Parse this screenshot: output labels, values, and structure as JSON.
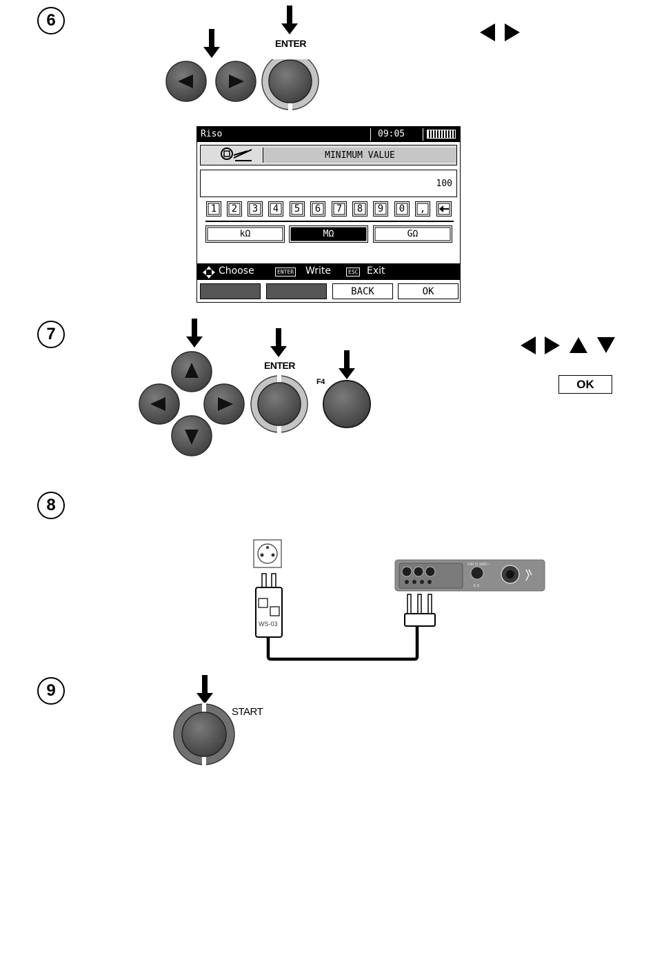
{
  "steps": {
    "s6": "6",
    "s7": "7",
    "s8": "8",
    "s9": "9"
  },
  "buttons": {
    "enter_label": "ENTER",
    "f4_label": "F4",
    "start_label": "START"
  },
  "lcd": {
    "mode": "Riso",
    "time": "09:05",
    "title": "MINIMUM VALUE",
    "value": "100",
    "keys": [
      "1",
      "2",
      "3",
      "4",
      "5",
      "6",
      "7",
      "8",
      "9",
      "0",
      ","
    ],
    "units": [
      "kΩ",
      "MΩ",
      "GΩ"
    ],
    "selected_unit": "MΩ",
    "hint_choose": "Choose",
    "hint_enter_tag": "ENTER",
    "hint_write": "Write",
    "hint_esc_tag": "ESC",
    "hint_exit": "Exit",
    "fkeys": [
      "",
      "",
      "BACK",
      "OK"
    ]
  },
  "side": {
    "ok_label": "OK"
  },
  "adapter": {
    "label": "WS-03",
    "meter_label": "CAT IV 300V ~",
    "meter_small": "E S"
  },
  "colors": {
    "button_dark": "#5a5a5a",
    "ring": "#b9b9b9",
    "panel": "#8d8d8d"
  }
}
